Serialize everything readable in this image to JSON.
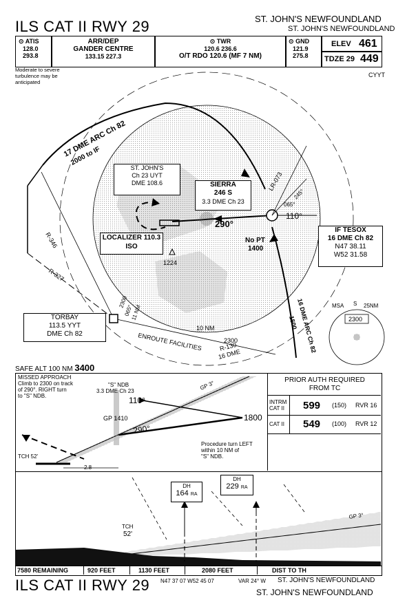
{
  "header": {
    "title": "ILS CAT II RWY 29",
    "location_line1": "ST. JOHN'S NEWFOUNDLAND",
    "location_line2": "ST. JOHN'S NEWFOUNDLAND",
    "atis": {
      "label": "ATIS",
      "f1": "128.0",
      "f2": "293.8"
    },
    "arrdep": {
      "label1": "ARR/DEP",
      "label2": "GANDER CENTRE",
      "freqs": "133.15   227.3"
    },
    "twr": {
      "label": "TWR",
      "freqs": "120.6   236.6",
      "rdo": "O/T RDO 120.6 (MF 7 NM)"
    },
    "gnd": {
      "label": "GND",
      "f1": "121.9",
      "f2": "275.8"
    },
    "elev": {
      "label": "ELEV",
      "value": "461"
    },
    "tdze": {
      "label": "TDZE 29",
      "value": "449"
    }
  },
  "plan": {
    "turbulence_note1": "Moderate to severe",
    "turbulence_note2": "turbulence may be",
    "turbulence_note3": "anticipated",
    "airport_id": "CYYT",
    "arc_label": "17 DME ARC Ch 82",
    "arc_alt": "2000  to  IF",
    "stjohns": {
      "l1": "ST. JOHN'S",
      "l2": "Ch 23 UYT",
      "l3": "DME 108.6"
    },
    "sierra": {
      "l1": "SIERRA",
      "l2": "246  S",
      "l3": "3.3 DME Ch 23"
    },
    "localizer": {
      "l1": "LOCALIZER 110.3",
      "l2": "ISO"
    },
    "crs_inbound": "290°",
    "crs_outbound": "110°",
    "lr": "LR-073",
    "r065": "065°",
    "r245": "245°",
    "nopt": "No PT",
    "nopt_alt": "1400",
    "if": {
      "l1": "IF TESOX",
      "l2": "16 DME Ch 82",
      "l3": "N47 38.11",
      "l4": "W52 31.58"
    },
    "obstacle": "1224",
    "r346": "R-346",
    "r327": "R-327",
    "torbay": {
      "l1": "TORBAY",
      "l2": "113.5 YYT",
      "l3": "DME Ch 82"
    },
    "torbay_alt": "2300",
    "torbay_r065": "065°",
    "torbay_nm": "11 NM",
    "ten_nm": "10 NM",
    "enroute": "ENROUTE FACILITIES",
    "r130_alt": "2300",
    "r130": "R-130",
    "r130_dme": "16 DME",
    "arc16": "16 DME ARC Ch 82",
    "arc16_alt": "1500",
    "msa": {
      "label": "MSA",
      "fix": "S",
      "radius": "25NM",
      "alt": "2300"
    },
    "safe_alt_label": "SAFE ALT 100 NM",
    "safe_alt_value": "3400"
  },
  "profile": {
    "missed1": "MISSED APPROACH",
    "missed2": "Climb to 2300 on track",
    "missed3": "of 290°. RIGHT turn",
    "missed4": "to \"S\" NDB.",
    "ndb1": "\"S\" NDB",
    "ndb2": "3.3 DME Ch 23",
    "gp": "GP 3°",
    "crs110": "110°",
    "crs290": "290°",
    "gp1410": "GP 1410",
    "alt1800": "1800",
    "pt1": "Procedure turn LEFT",
    "pt2": "within 10 NM of",
    "pt3": "\"S\" NDB.",
    "tch": "TCH 52'",
    "dist": "2.8"
  },
  "minima": {
    "title1": "PRIOR AUTH REQUIRED",
    "title2": "FROM TC",
    "rows": [
      {
        "cat1": "INTRM",
        "cat2": "CAT II",
        "dh": "599",
        "hat": "(150)",
        "rvr": "RVR 16"
      },
      {
        "cat1": "CAT II",
        "cat2": "",
        "dh": "549",
        "hat": "(100)",
        "rvr": "RVR 12"
      }
    ]
  },
  "terrain": {
    "dh1_label": "DH",
    "dh1_value": "164",
    "dh1_unit": "RA",
    "dh2_label": "DH",
    "dh2_value": "229",
    "dh2_unit": "RA",
    "tch1": "TCH",
    "tch2": "52'",
    "gp": "GP 3°"
  },
  "footer": {
    "cells": [
      "7580 REMAINING",
      "920 FEET",
      "1130 FEET",
      "2080 FEET",
      "DIST TO TH"
    ],
    "title": "ILS CAT II RWY 29",
    "coords": "N47 37 07 W52 45 07",
    "var": "VAR 24° W",
    "loc1": "ST. JOHN'S NEWFOUNDLAND",
    "loc2": "ST. JOHN'S NEWFOUNDLAND"
  }
}
